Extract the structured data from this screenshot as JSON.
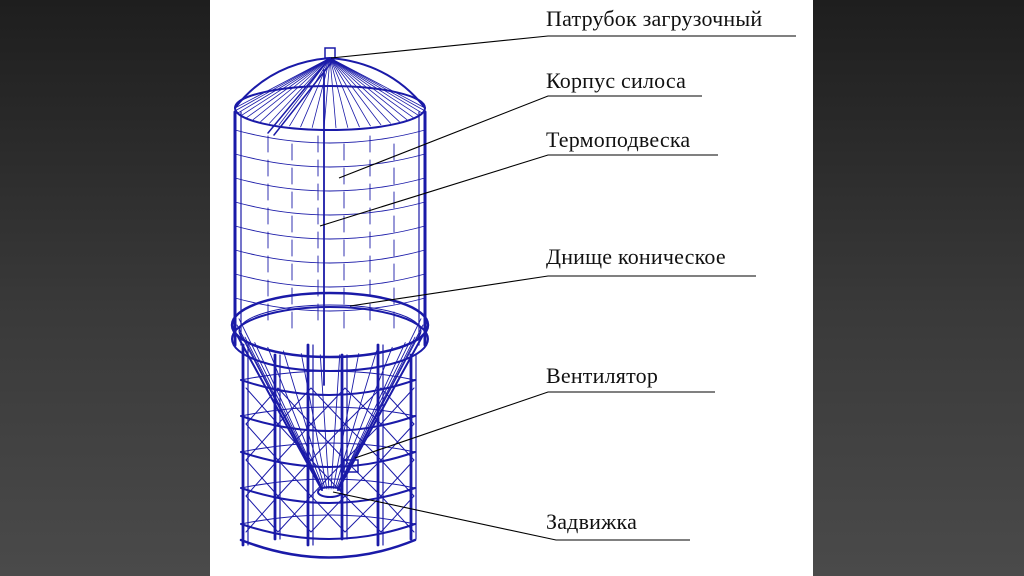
{
  "labels": {
    "loading_nozzle": "Патрубок загрузочный",
    "silo_body": "Корпус силоса",
    "thermo_suspension": "Термоподвеска",
    "conical_bottom": "Днище коническое",
    "fan": "Вентилятор",
    "gate_valve": "Задвижка"
  },
  "colors": {
    "drawing": "#1a1aa8",
    "leader": "#000000",
    "slide": "#ffffff"
  }
}
